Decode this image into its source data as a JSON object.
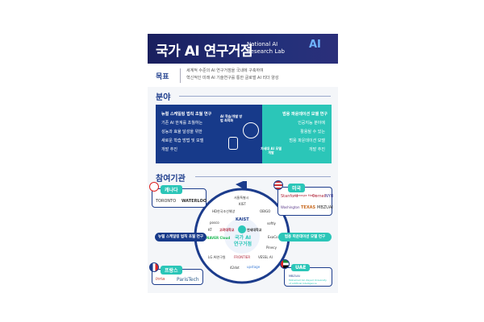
{
  "banner": {
    "title": "국가 AI 연구거점",
    "subtitle_line1": "National AI",
    "subtitle_line2": "Research Lab",
    "logo": "AI"
  },
  "goal": {
    "label": "목표",
    "line1": "세계적 수준의 AI 연구거점을 국내에 구축하여",
    "line2": "혁신적인 미래 AI 기술연구를 통한 글로벌 AI 리더 양성"
  },
  "fields": {
    "heading": "분야",
    "left": {
      "title": "뉴럴 스케일링 법칙 초월 연구",
      "lines": [
        "기존 AI 한계를 초월하는",
        "성능과 효율 달성을 위한",
        "새로운 학습 방법 및 모델",
        "개발 추진"
      ]
    },
    "center_top": "AI 학습/개발 방법 최적화",
    "center_bottom": "차세대 AI 모델 개발",
    "right": {
      "title": "범용 파운데이션 모델 연구",
      "lines": [
        "인공지능 분야에",
        "활용될 수 있는",
        "범용 파운데이션 모델",
        "개발 추진"
      ]
    }
  },
  "partners": {
    "heading": "참여기관",
    "canada": {
      "label": "캐나다",
      "logos": [
        "TORONTO",
        "WATERLOO"
      ]
    },
    "usa": {
      "label": "미국",
      "logos": [
        "Stanford",
        "Carnegie Mellon",
        "Cornell",
        "NYU",
        "Washington",
        "TEXAS",
        "MBZUAI"
      ]
    },
    "france": {
      "label": "프랑스",
      "logos": [
        "Inria",
        "ParisTech"
      ]
    },
    "uae": {
      "label": "UAE",
      "logos": [
        "MBZUAI",
        "Mohamed bin Zayed University",
        "of Artificial Intelligence"
      ]
    },
    "left_pill": "뉴럴 스케일링 법칙 초월 연구",
    "right_pill": "범용 파운데이션 모델 연구",
    "center": {
      "line1": "국가 AI",
      "line2": "연구거점"
    },
    "ring": [
      "서울특별시",
      "KIST",
      "KAIST",
      "고려대학교",
      "연세대학교",
      "NAVER Cloud",
      "LG AI연구원",
      "42dot",
      "upstage",
      "VESSL AI",
      "Pinecy",
      "ExaCo",
      "softly",
      "OBIGO",
      "HD한국조선해양",
      "posco",
      "KT",
      "FRONTIER"
    ]
  }
}
